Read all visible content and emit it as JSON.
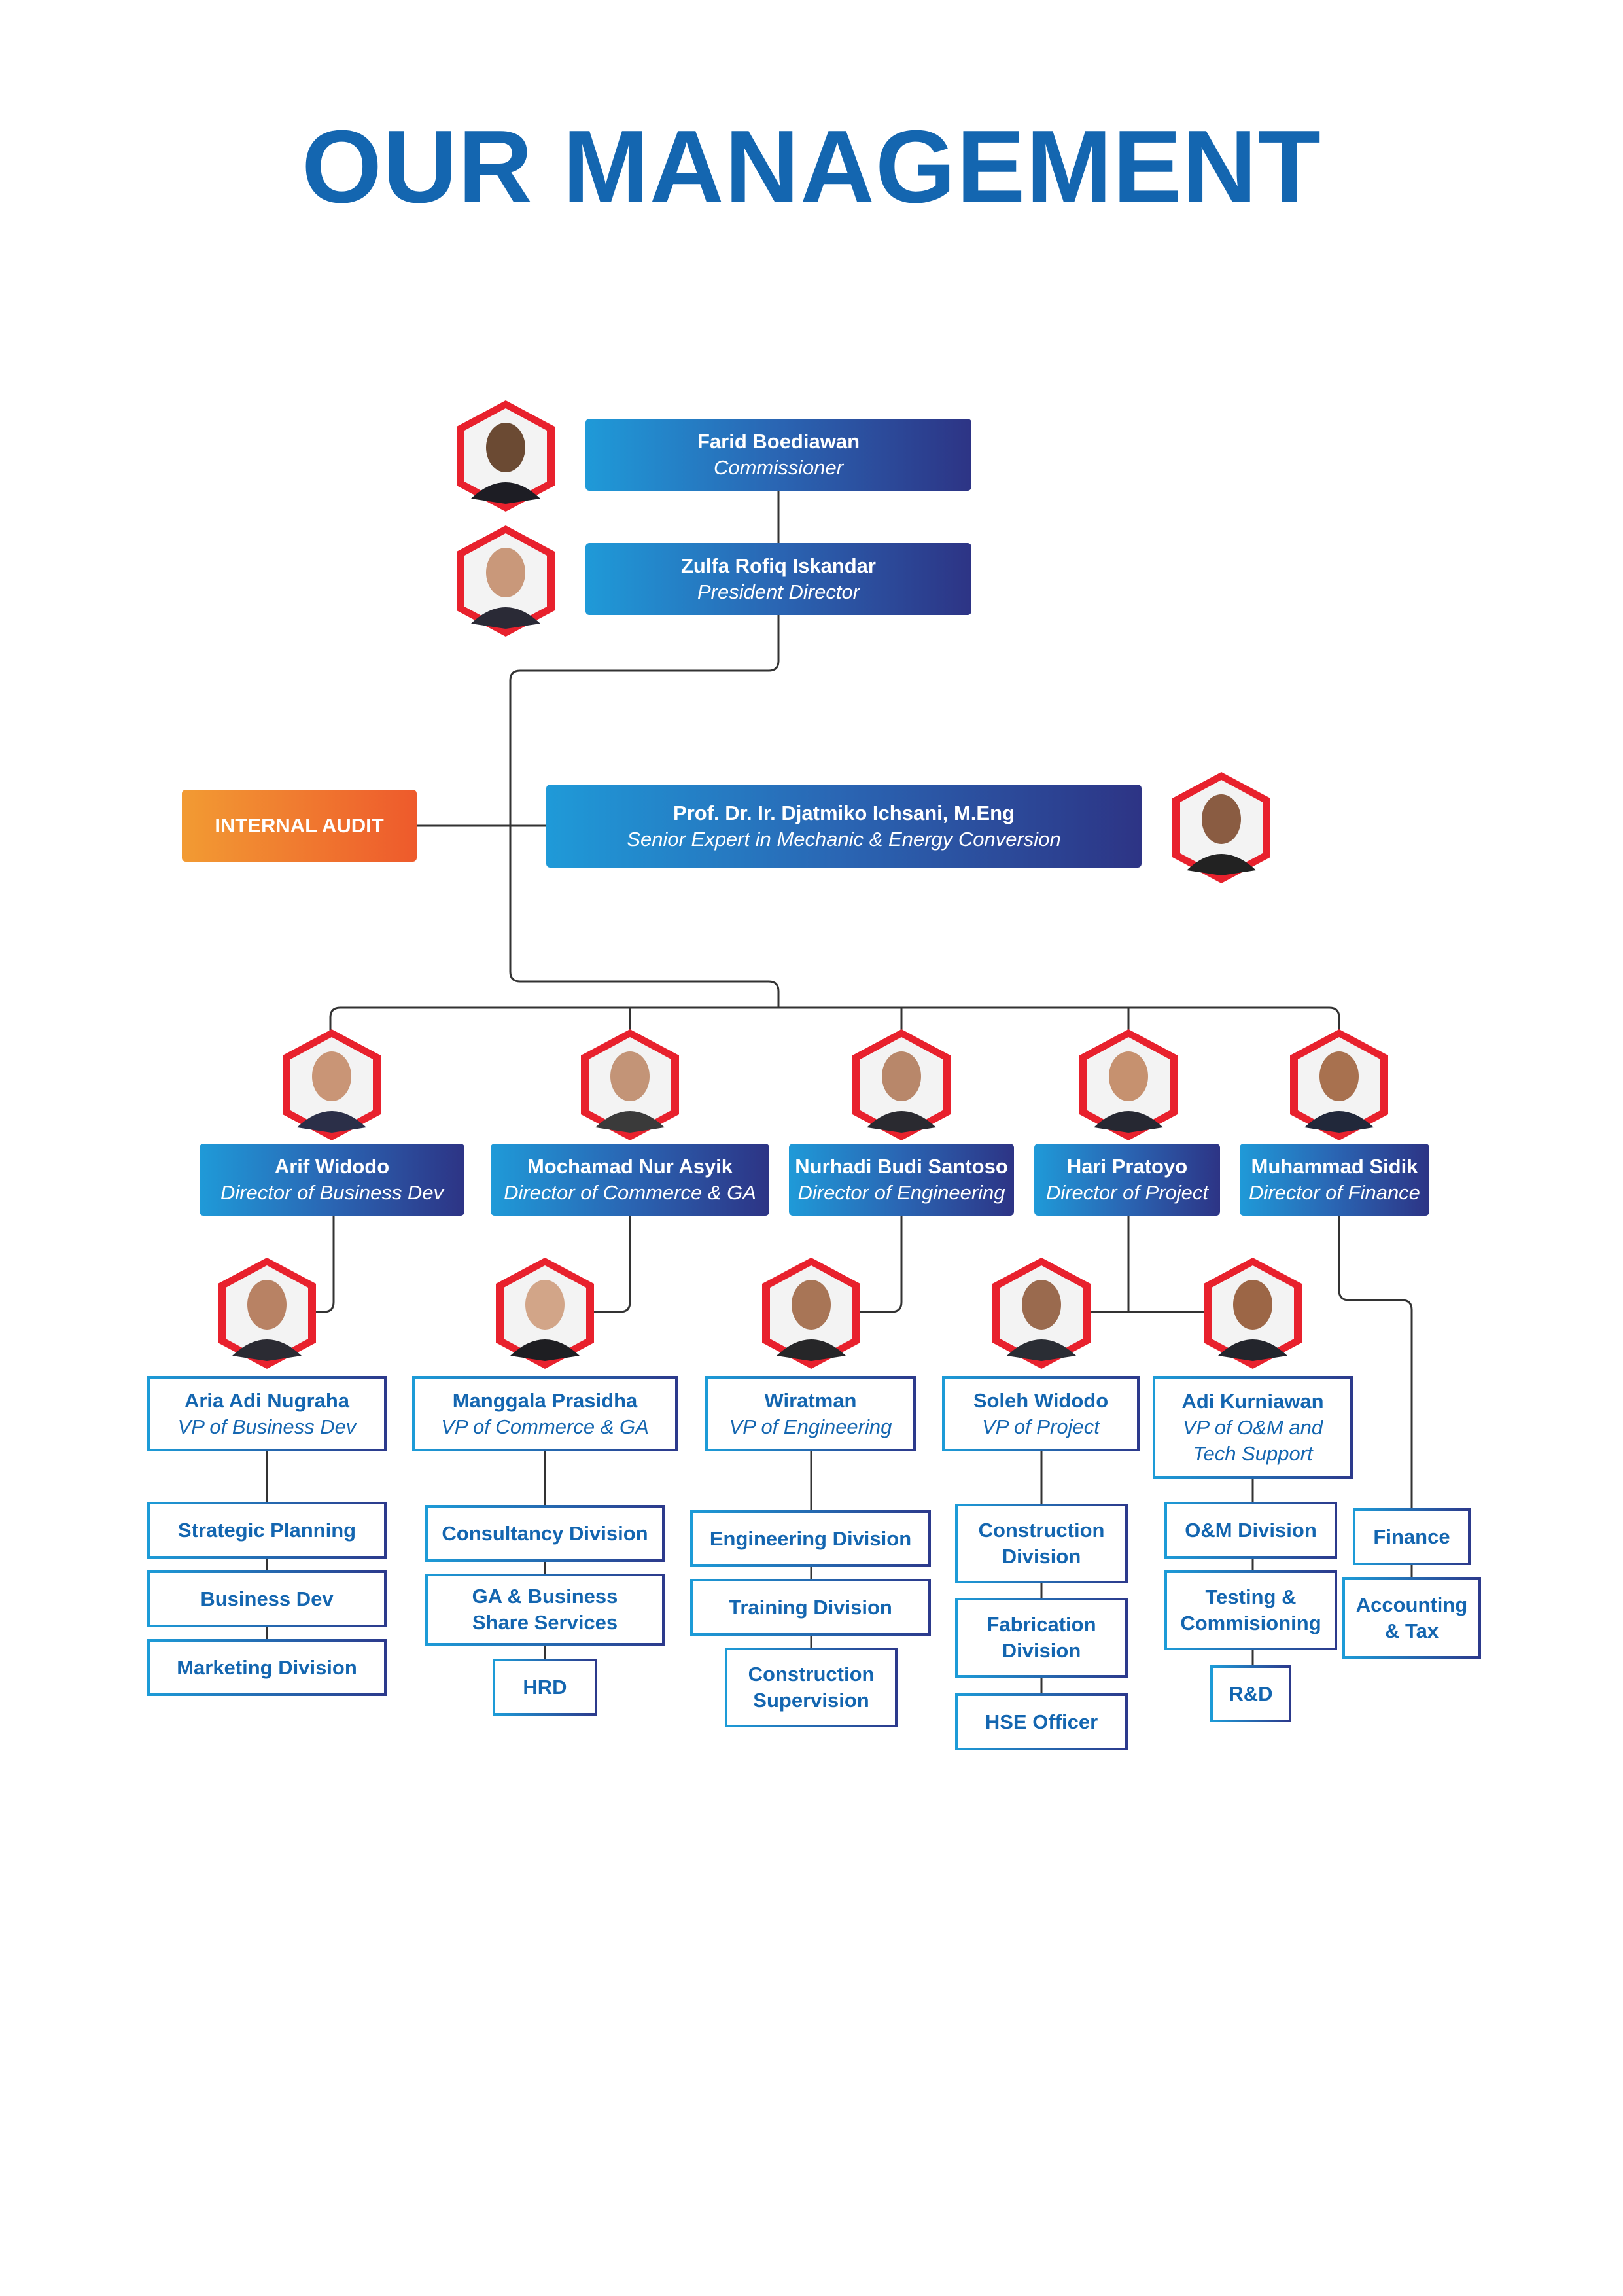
{
  "title": "OUR MANAGEMENT",
  "colors": {
    "title": "#1466b0",
    "accent_red": "#e8212d",
    "gradient_start": "#1f9ad8",
    "gradient_end": "#2d3485",
    "audit_orange": "#f29b33",
    "line": "#333333"
  },
  "top": [
    {
      "name": "Farid Boediawan",
      "role": "Commissioner",
      "icon": "person-photo-icon"
    },
    {
      "name": "Zulfa Rofiq Iskandar",
      "role": "President Director",
      "icon": "person-photo-icon"
    }
  ],
  "internal_audit": {
    "label": "INTERNAL AUDIT"
  },
  "expert": {
    "name": "Prof. Dr. Ir. Djatmiko Ichsani, M.Eng",
    "role": "Senior Expert in Mechanic & Energy Conversion"
  },
  "directors": [
    {
      "name": "Arif Widodo",
      "role": "Director of Business Dev"
    },
    {
      "name": "Mochamad Nur Asyik",
      "role": "Director of Commerce & GA"
    },
    {
      "name": "Nurhadi Budi Santoso",
      "role": "Director of Engineering"
    },
    {
      "name": "Hari Pratoyo",
      "role": "Director of Project"
    },
    {
      "name": "Muhammad Sidik",
      "role": "Director of Finance"
    }
  ],
  "vps": [
    {
      "name": "Aria Adi Nugraha",
      "role": "VP of Business Dev"
    },
    {
      "name": "Manggala Prasidha",
      "role": "VP of Commerce & GA"
    },
    {
      "name": "Wiratman",
      "role": "VP of Engineering"
    },
    {
      "name": "Soleh Widodo",
      "role": "VP of Project"
    },
    {
      "name": "Adi Kurniawan",
      "role_line1": "VP of O&M and",
      "role_line2": "Tech Support"
    }
  ],
  "divisions": {
    "business_dev": [
      "Strategic Planning",
      "Business Dev",
      "Marketing Division"
    ],
    "commerce": [
      "Consultancy Division",
      "GA & Business Share Services",
      "HRD"
    ],
    "engineering": [
      "Engineering Division",
      "Training Division",
      "Construction Supervision"
    ],
    "project": [
      "Construction Division",
      "Fabrication Division",
      "HSE Officer"
    ],
    "om": [
      "O&M Division",
      "Testing & Commisioning",
      "R&D"
    ],
    "finance": [
      "Finance",
      "Accounting & Tax"
    ]
  },
  "division_lines": {
    "commerce_1": [
      "GA & Business",
      "Share Services"
    ],
    "engineering_2": [
      "Construction",
      "Supervision"
    ],
    "project_0": [
      "Construction",
      "Division"
    ],
    "project_1": [
      "Fabrication",
      "Division"
    ],
    "om_1": [
      "Testing &",
      "Commisioning"
    ],
    "finance_1": [
      "Accounting",
      "& Tax"
    ]
  }
}
